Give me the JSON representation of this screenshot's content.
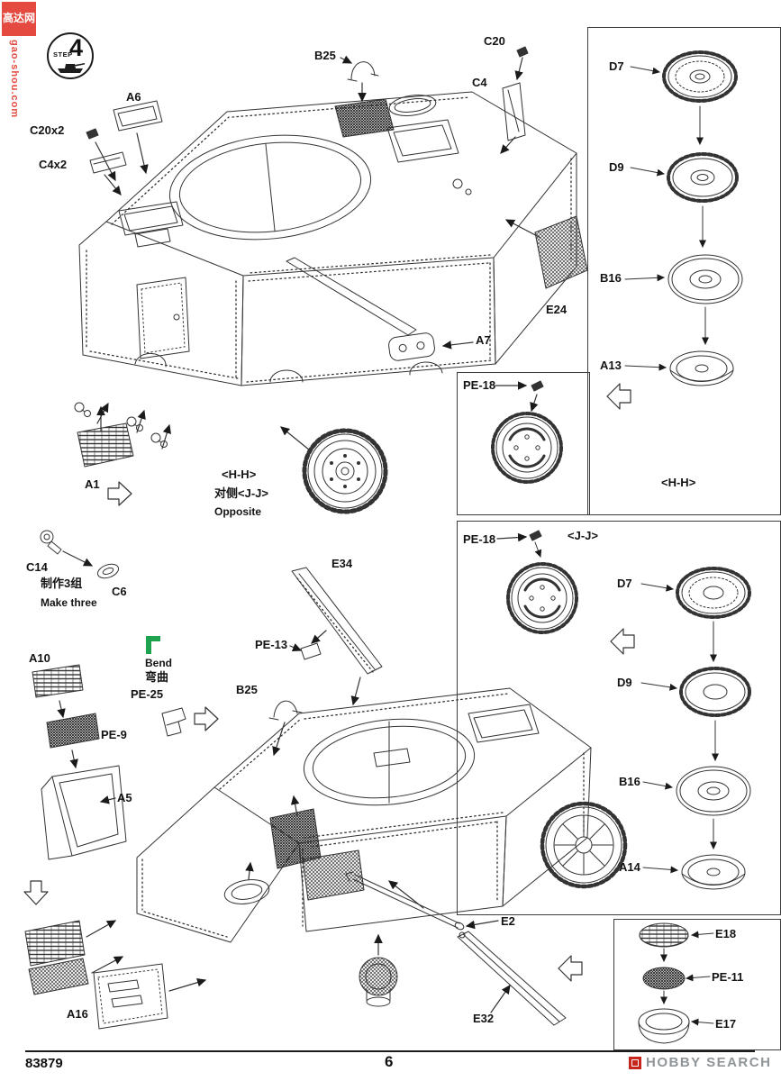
{
  "watermark": {
    "logo": "高达网",
    "site": "gao-shou.com"
  },
  "step": {
    "number": "4",
    "label": "STEP"
  },
  "labels": {
    "a6": "A6",
    "c20x2": "C20x2",
    "c4x2": "C4x2",
    "b25_top": "B25",
    "c20": "C20",
    "c4": "C4",
    "e24": "E24",
    "a7": "A7",
    "a1": "A1",
    "view_hh": "<H-H>",
    "opposite_cn": "对侧<J-J>",
    "opposite_en": "Opposite",
    "c14": "C14",
    "c6": "C6",
    "make_three_cn": "制作3组",
    "make_three_en": "Make three",
    "e34": "E34",
    "pe13": "PE-13",
    "bend_en": "Bend",
    "bend_cn": "弯曲",
    "pe25": "PE-25",
    "a10": "A10",
    "pe9": "PE-9",
    "a5": "A5",
    "b25_bottom": "B25",
    "e2": "E2",
    "e32": "E32",
    "a16": "A16"
  },
  "panel_wheels_hh": {
    "d7": "D7",
    "d9": "D9",
    "b16": "B16",
    "a13": "A13",
    "view": "<H-H>"
  },
  "panel_hub_hh": {
    "pe18": "PE-18"
  },
  "panel_jj": {
    "pe18": "PE-18",
    "view": "<J-J>",
    "d7": "D7",
    "d9": "D9",
    "b16": "B16",
    "a14": "A14"
  },
  "panel_lamp": {
    "e18": "E18",
    "pe11": "PE-11",
    "e17": "E17"
  },
  "footer": {
    "kit_number": "83879",
    "page_number": "6",
    "brand": "HOBBY SEARCH"
  },
  "icons": {
    "step_badge": "tank-icon",
    "bend": "bend-fold-icon",
    "brand": "hobby-search-logo-icon"
  },
  "colors": {
    "watermark_red": "#e23b30",
    "bend_green": "#1fa24e",
    "line": "#333333",
    "brand_gray": "#8f9598"
  }
}
